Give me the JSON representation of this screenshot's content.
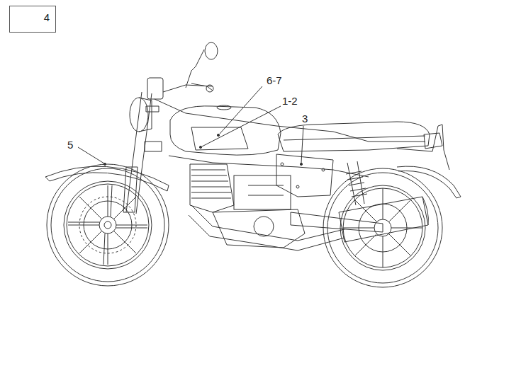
{
  "diagram": {
    "nodes": [
      {
        "text": [
          "4"
        ]
      }
    ],
    "labels": [
      "6-7",
      "1-2",
      "3",
      "5"
    ]
  }
}
